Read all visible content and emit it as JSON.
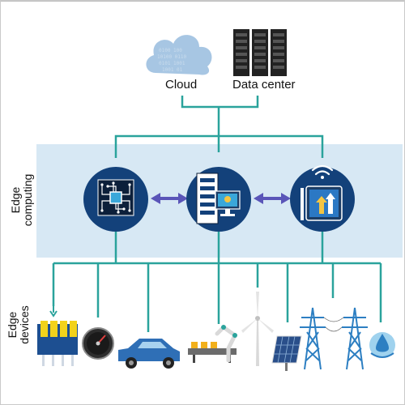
{
  "top": {
    "cloud_label": "Cloud",
    "datacenter_label": "Data center"
  },
  "layers": {
    "edge_computing_label": "Edge\ncomputing",
    "edge_devices_label": "Edge\ndevices"
  },
  "colors": {
    "node_circle": "#13417a",
    "connector_line": "#2aa39c",
    "band": "#d7e8f4",
    "arrow": "#5a55b8"
  },
  "nodes": [
    {
      "icon": "processor-chip-icon"
    },
    {
      "icon": "server-monitor-icon"
    },
    {
      "icon": "wireless-tablet-icon"
    }
  ],
  "devices": [
    {
      "icon": "battery-bank-icon"
    },
    {
      "icon": "speedometer-gauge-icon"
    },
    {
      "icon": "car-icon"
    },
    {
      "icon": "robot-arm-conveyor-icon"
    },
    {
      "icon": "wind-turbine-icon"
    },
    {
      "icon": "solar-panel-icon"
    },
    {
      "icon": "power-tower-left-icon"
    },
    {
      "icon": "power-tower-right-icon"
    },
    {
      "icon": "water-drop-icon"
    }
  ]
}
